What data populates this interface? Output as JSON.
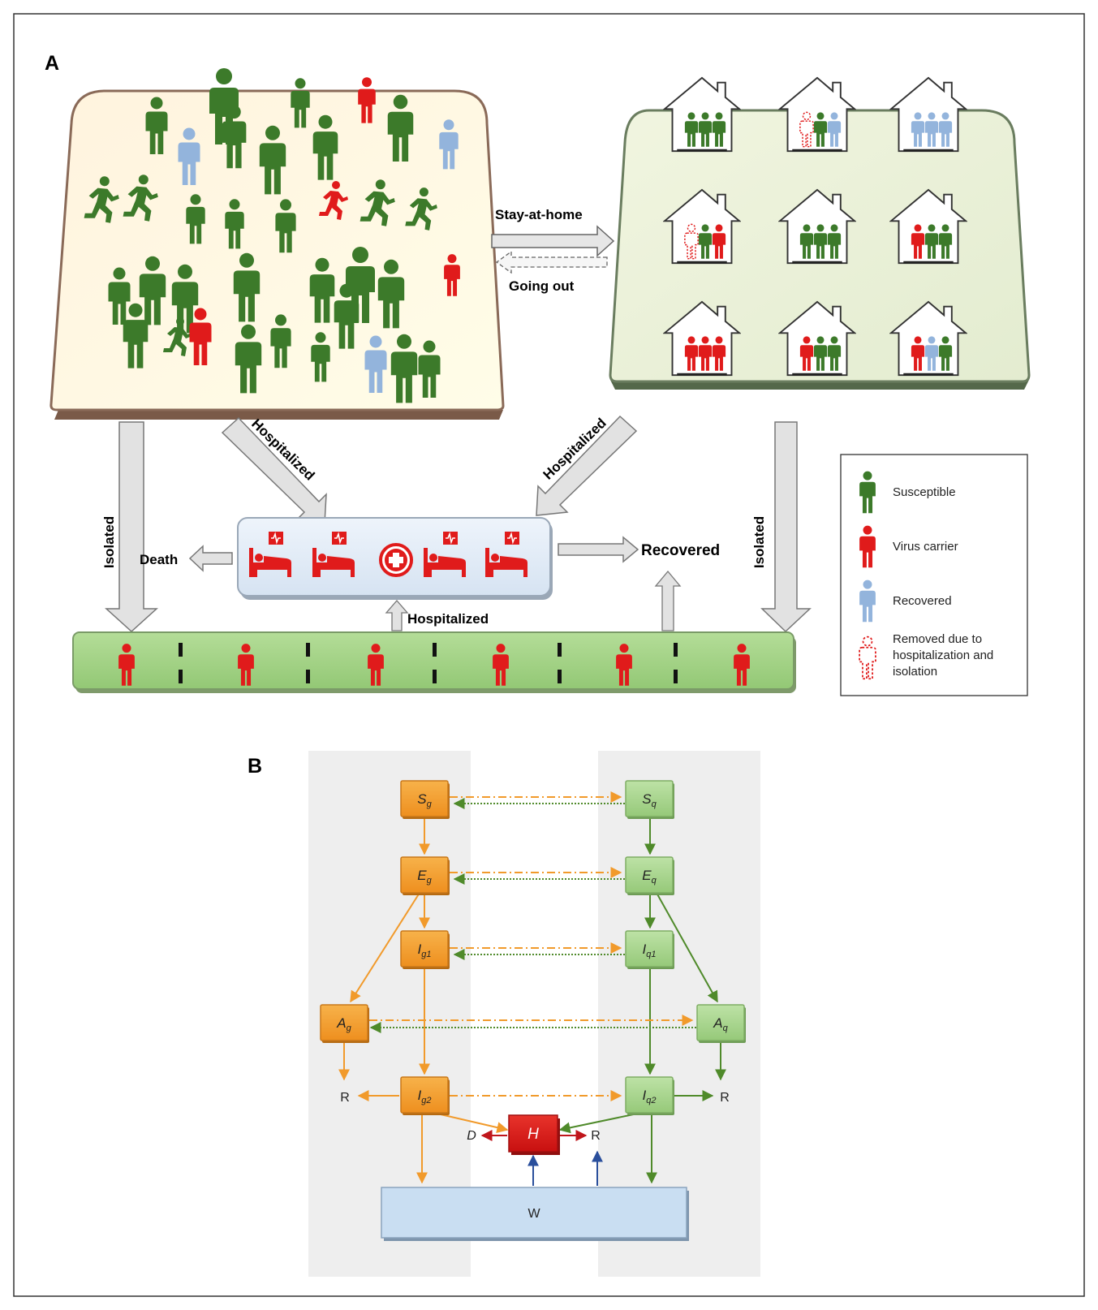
{
  "panel_a": {
    "label": "A",
    "stay_at_home": "Stay-at-home",
    "going_out": "Going out",
    "hospitalized": "Hospitalized",
    "isolated": "Isolated",
    "death": "Death",
    "recovered": "Recovered",
    "legend": [
      {
        "label": "Susceptible",
        "color": "#3c7a2a"
      },
      {
        "label": "Virus carrier",
        "color": "#e01b1b"
      },
      {
        "label": "Recovered",
        "color": "#93b4dc"
      },
      {
        "label_lines": [
          "Removed due to",
          "hospitalization and",
          "isolation"
        ],
        "color": "#e01b1b"
      }
    ],
    "colors": {
      "susceptible": "#3c7a2a",
      "carrier": "#e01b1b",
      "recovered": "#93b4dc",
      "accent_green": "#9ed27f"
    }
  },
  "panel_b": {
    "label": "B",
    "nodes": {
      "Sg": {
        "main": "S",
        "sub": "g"
      },
      "Eg": {
        "main": "E",
        "sub": "g"
      },
      "Ig1": {
        "main": "I",
        "sub": "g1"
      },
      "Ag": {
        "main": "A",
        "sub": "g"
      },
      "Ig2": {
        "main": "I",
        "sub": "g2"
      },
      "Sq": {
        "main": "S",
        "sub": "q"
      },
      "Eq": {
        "main": "E",
        "sub": "q"
      },
      "Iq1": {
        "main": "I",
        "sub": "q1"
      },
      "Aq": {
        "main": "A",
        "sub": "q"
      },
      "Iq2": {
        "main": "I",
        "sub": "q2"
      },
      "H": {
        "main": "H"
      },
      "W": {
        "main": "W"
      }
    },
    "r_label": "R",
    "d_label": "D",
    "colors": {
      "orange": "#f19a2b",
      "green_box": "#a6d48b",
      "green_line": "#4f8a2a",
      "red": "#d91a1a",
      "blue": "#2a4f9c",
      "w_box": "#c9def2"
    }
  }
}
